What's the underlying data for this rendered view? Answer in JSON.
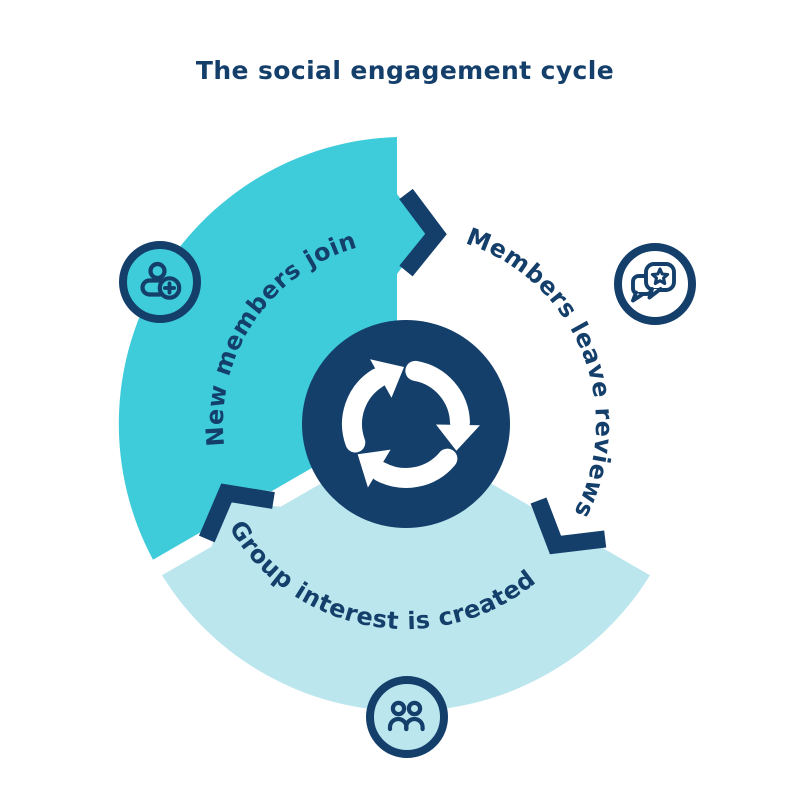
{
  "title": "The social engagement cycle",
  "colors": {
    "navy": "#143F6B",
    "teal": "#3ECBDA",
    "pale_blue": "#BCE6EE",
    "white": "#FFFFFF",
    "background": "#FFFFFF"
  },
  "diagram": {
    "type": "cycle",
    "direction": "clockwise",
    "center_icon": "cycle-arrows-icon",
    "segments": [
      {
        "label": "New members join",
        "color": "#3ECBDA",
        "icon": "user-plus-icon",
        "position": "top-left"
      },
      {
        "label": "Members leave reviews",
        "color": "#FFFFFF",
        "icon": "review-bubbles-icon",
        "position": "top-right"
      },
      {
        "label": "Group interest is created",
        "color": "#BCE6EE",
        "icon": "group-icon",
        "position": "bottom"
      }
    ]
  }
}
